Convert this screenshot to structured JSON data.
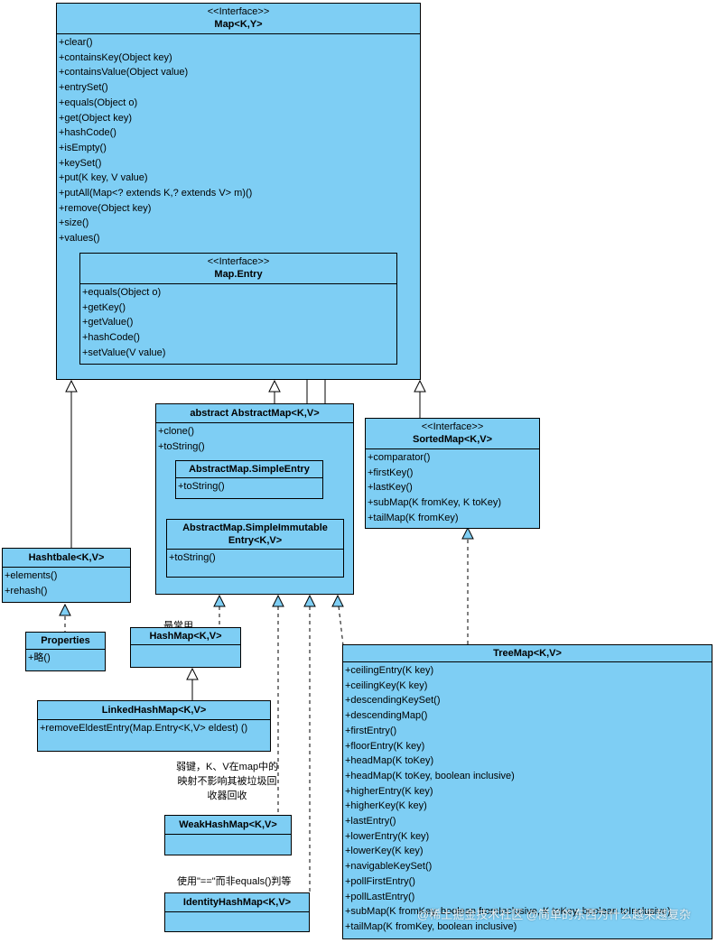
{
  "map": {
    "stereotype": "<<Interface>>",
    "name": "Map<K,Y>",
    "methods": [
      "+clear()",
      "+containsKey(Object key)",
      "+containsValue(Object value)",
      "+entrySet()",
      "+equals(Object o)",
      "+get(Object key)",
      "+hashCode()",
      "+isEmpty()",
      "+keySet()",
      "+put(K key, V value)",
      "+putAll(Map<? extends K,? extends V> m)()",
      "+remove(Object key)",
      "+size()",
      "+values()"
    ]
  },
  "map_entry": {
    "stereotype": "<<Interface>>",
    "name": "Map.Entry",
    "methods": [
      "+equals(Object o)",
      "+getKey()",
      "+getValue()",
      "+hashCode()",
      "+setValue(V value)"
    ]
  },
  "abstract_map": {
    "name": "abstract AbstractMap<K,V>",
    "methods": [
      "+clone()",
      "+toString()"
    ]
  },
  "simple_entry": {
    "name": "AbstractMap.SimpleEntry",
    "methods": [
      "+toString()"
    ]
  },
  "simple_immutable_entry": {
    "name_line1": "AbstractMap.SimpleImmutable",
    "name_line2": "Entry<K,V>",
    "methods": [
      "+toString()"
    ]
  },
  "sorted_map": {
    "stereotype": "<<Interface>>",
    "name": "SortedMap<K,V>",
    "methods": [
      "+comparator()",
      "+firstKey()",
      "+lastKey()",
      "+subMap(K fromKey, K toKey)",
      "+tailMap(K fromKey)"
    ]
  },
  "hashtable": {
    "name": "Hashtbale<K,V>",
    "methods": [
      "+elements()",
      "+rehash()"
    ]
  },
  "properties": {
    "name": "Properties",
    "methods": [
      "+略()"
    ]
  },
  "hash_map": {
    "name": "HashMap<K,V>",
    "note": "最常用"
  },
  "linked_hash_map": {
    "name": "LinkedHashMap<K,V>",
    "methods": [
      "+removeEldestEntry(Map.Entry<K,V> eldest) ()"
    ]
  },
  "weak_hash_map": {
    "name": "WeakHashMap<K,V>",
    "note_lines": [
      "弱键，K、V在map中的",
      "映射不影响其被垃圾回",
      "收器回收"
    ]
  },
  "identity_hash_map": {
    "name": "IdentityHashMap<K,V>",
    "note": "使用\"==\"而非equals()判等"
  },
  "tree_map": {
    "name": "TreeMap<K,V>",
    "methods": [
      "+ceilingEntry(K key)",
      "+ceilingKey(K key)",
      "+descendingKeySet()",
      "+descendingMap()",
      "+firstEntry()",
      "+floorEntry(K key)",
      "+headMap(K toKey)",
      "+headMap(K toKey, boolean inclusive)",
      "+higherEntry(K key)",
      "+higherKey(K key)",
      "+lastEntry()",
      "+lowerEntry(K key)",
      "+lowerKey(K key)",
      "+navigableKeySet()",
      "+pollFirstEntry()",
      "+pollLastEntry()",
      "+subMap(K fromKey, boolean fromInclusive, K toKey, boolean toInclusive)",
      "+tailMap(K fromKey, boolean inclusive)"
    ]
  },
  "watermark": "@稀土掘金技术社区 @简单的东西为什么越来越复杂",
  "colors": {
    "class_fill": "#7ecef4",
    "border": "#000000"
  }
}
